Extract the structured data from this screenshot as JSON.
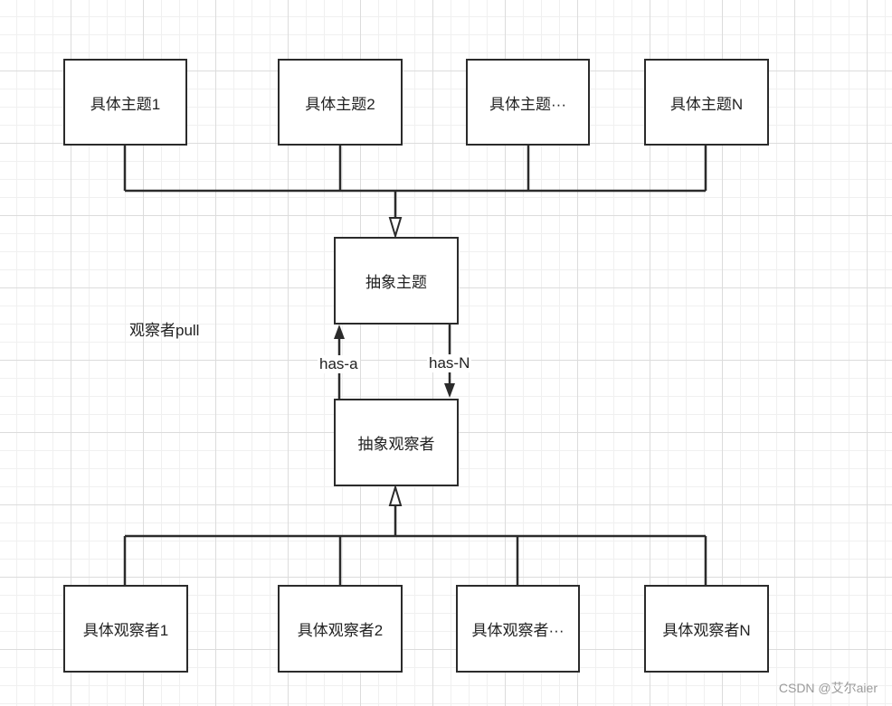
{
  "subjects": [
    "具体主题1",
    "具体主题2",
    "具体主题···",
    "具体主题N"
  ],
  "abstract_subject": "抽象主题",
  "abstract_observer": "抽象观察者",
  "observers": [
    "具体观察者1",
    "具体观察者2",
    "具体观察者···",
    "具体观察者N"
  ],
  "edge_labels": {
    "has_a": "has-a",
    "has_n": "has-N"
  },
  "note": "观察者pull",
  "watermark": "CSDN @艾尔aier",
  "colors": {
    "stroke": "#2b2b2b",
    "grid": "#dcdcdc",
    "background": "#ffffff"
  }
}
